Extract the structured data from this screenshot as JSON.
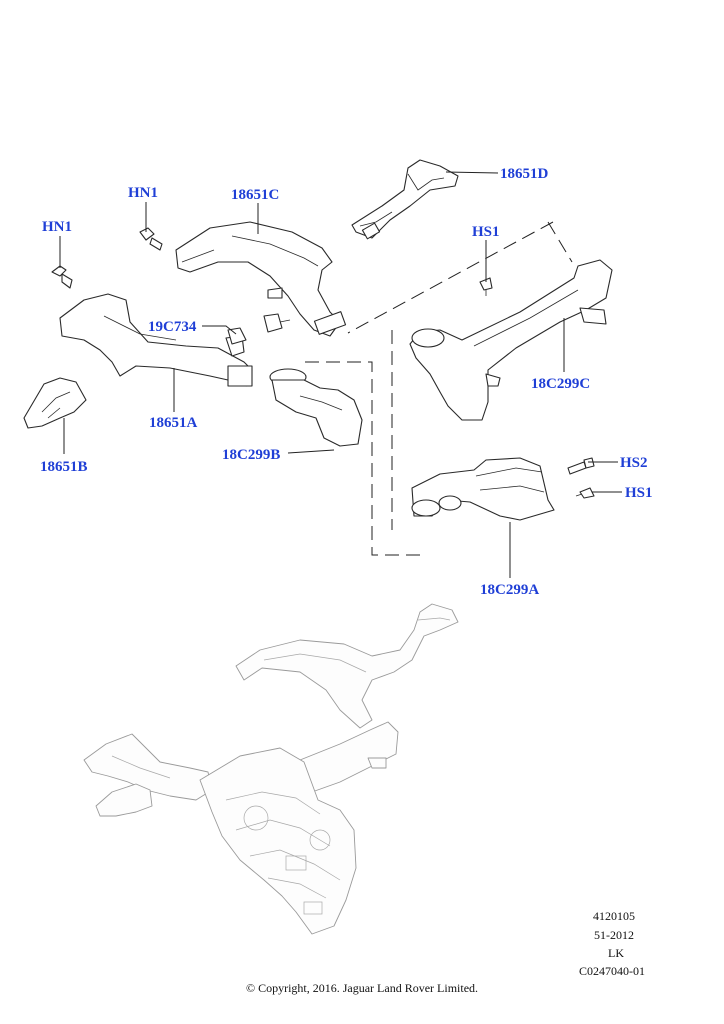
{
  "labels": {
    "hn1_left": "HN1",
    "hn1_top": "HN1",
    "p18651c": "18651C",
    "p18651d": "18651D",
    "hs1_top": "HS1",
    "p19c734": "19C734",
    "p18651a": "18651A",
    "p18651b": "18651B",
    "p18c299b": "18C299B",
    "p18c299c": "18C299C",
    "hs2": "HS2",
    "hs1_right": "HS1",
    "p18c299a": "18C299A"
  },
  "reference": {
    "line1": "4120105",
    "line2": "51-2012",
    "line3": "LK",
    "line4": "C0247040-01"
  },
  "footer": {
    "copyright": "© Copyright, 2016. Jaguar Land Rover Limited."
  },
  "colors": {
    "label": "#1f3fd6",
    "line": "#222222",
    "ghost": "#9a9a9a"
  }
}
